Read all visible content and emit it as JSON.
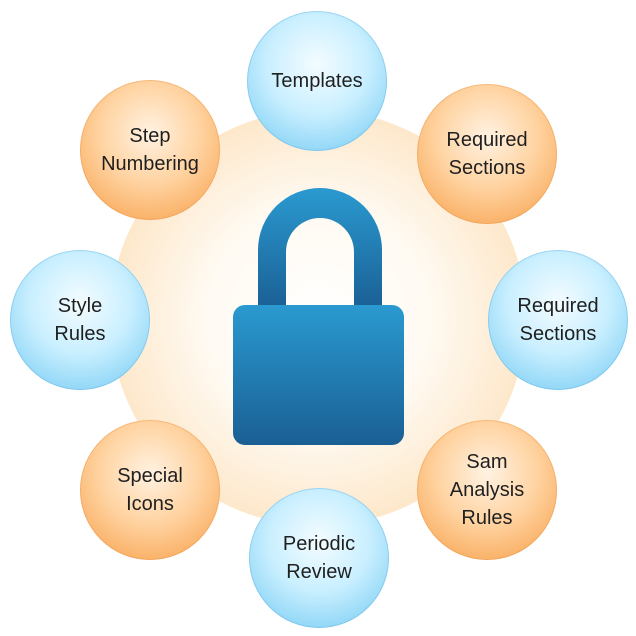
{
  "colors": {
    "blue_node": "#8fd6f6",
    "orange_node": "#f9ae62",
    "lock_top": "#2a9ad0",
    "lock_bottom": "#1a5f94",
    "halo": "#fbd9b0"
  },
  "center_icon": "padlock-icon",
  "nodes": [
    {
      "label": "Templates",
      "color": "blue"
    },
    {
      "label": "Required\nSections",
      "color": "orange"
    },
    {
      "label": "Required\nSections",
      "color": "blue"
    },
    {
      "label": "Sam\nAnalysis\nRules",
      "color": "orange"
    },
    {
      "label": "Periodic\nReview",
      "color": "blue"
    },
    {
      "label": "Special\nIcons",
      "color": "orange"
    },
    {
      "label": "Style\nRules",
      "color": "blue"
    },
    {
      "label": "Step\nNumbering",
      "color": "orange"
    }
  ]
}
